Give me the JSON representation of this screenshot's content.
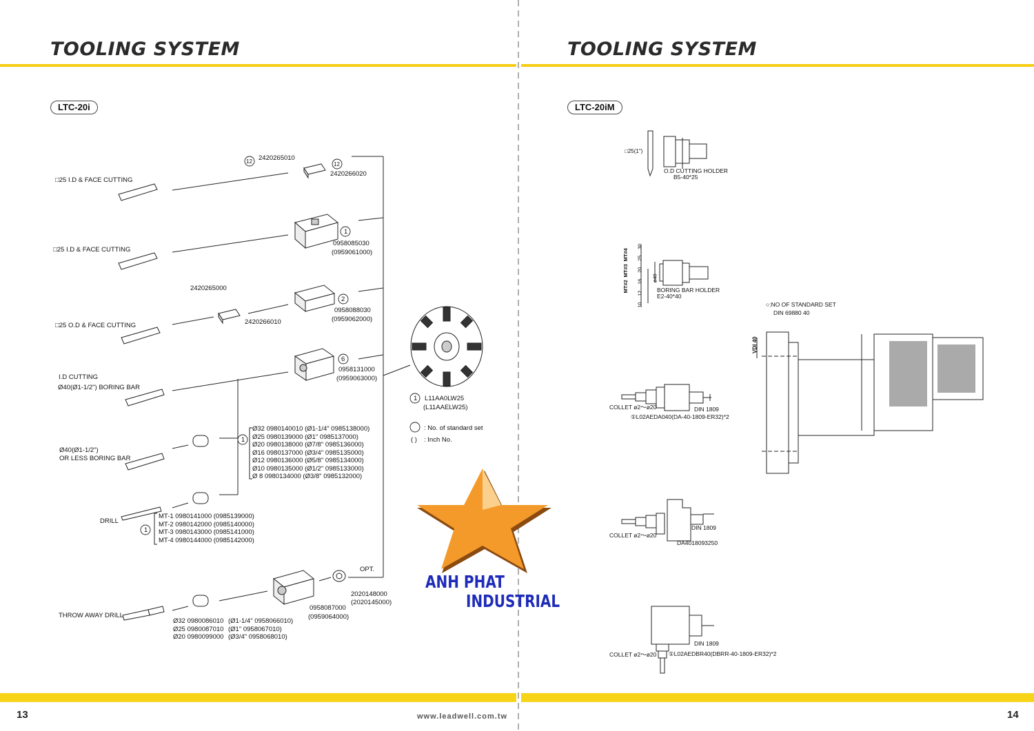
{
  "left_page": {
    "header": "TOOLING SYSTEM",
    "model": "LTC-20i",
    "page_number": "13",
    "website": "www.leadwell.com.tw",
    "labels": {
      "id_face_1": "□25 I.D & FACE CUTTING",
      "id_face_2": "□25 I.D & FACE CUTTING",
      "od_face": "□25 O.D & FACE CUTTING",
      "id_cutting": "I.D CUTTING",
      "boring_bar": "Ø40(Ø1-1/2\") BORING BAR",
      "less_boring_1": "Ø40(Ø1-1/2\")",
      "less_boring_2": "OR LESS BORING BAR",
      "drill": "DRILL",
      "throw_away_drill": "THROW AWAY DRILL",
      "opt": "OPT."
    },
    "parts": {
      "p1_num": "12",
      "p1_code": "2420265010",
      "p2_num": "12",
      "p2_code": "2420266020",
      "p3_num": "1",
      "p3_code": "0958085030",
      "p3_inch": "(0959061000)",
      "p4_code": "2420265000",
      "p5_code": "2420266010",
      "p6_num": "2",
      "p6_code": "0958088030",
      "p6_inch": "(0959062000)",
      "p7_num": "6",
      "p7_code": "0958131000",
      "p7_inch": "(0959063000)",
      "p8_code": "0958087000",
      "p8_inch": "(0959064000)",
      "p9_code": "2020148000",
      "p9_inch": "(2020145000)",
      "turret_num": "1",
      "turret_code": "L11AA0LW25",
      "turret_inch": "(L11AAELW25)"
    },
    "sleeves_num": "1",
    "sleeves": [
      "Ø32 0980140010 (Ø1-1/4\" 0985138000)",
      "Ø25 0980139000 (Ø1\"     0985137000)",
      "Ø20 0980138000 (Ø7/8\"   0985136000)",
      "Ø16 0980137000 (Ø3/4\"   0985135000)",
      "Ø12 0980136000 (Ø5/8\"   0985134000)",
      "Ø10 0980135000 (Ø1/2\"   0985133000)",
      "Ø 8 0980134000 (Ø3/8\"   0985132000)"
    ],
    "drill_num": "1",
    "drill_sleeves": [
      "MT-1 0980141000 (0985139000)",
      "MT-2 0980142000 (0985140000)",
      "MT-3 0980143000 (0985141000)",
      "MT-4 0980144000 (0985142000)"
    ],
    "throw_sleeves": [
      "Ø32 0980086010",
      "Ø25 0980087010",
      "Ø20 0980099000"
    ],
    "throw_inch": [
      "(Ø1-1/4\" 0958066010)",
      "(Ø1\"     0958067010)",
      "(Ø3/4\"   0958068010)"
    ],
    "legend": {
      "std": ": No. of standard set",
      "inch_sym": "( )",
      "inch": ": Inch No."
    }
  },
  "right_page": {
    "header": "TOOLING SYSTEM",
    "model": "LTC-20iM",
    "page_number": "14",
    "labels": {
      "od_size": "□25(1\")",
      "od_holder": "O.D CUTTING HOLDER",
      "od_holder_code": "B5-40*25",
      "boring_holder": "BORING BAR HOLDER",
      "boring_holder_code": "E2-40*40",
      "bore_dia": "ø40",
      "mt_labels": [
        "MT#2",
        "MT#3",
        "MT#4"
      ],
      "bore_sizes": [
        "10",
        "12",
        "16",
        "20",
        "25",
        "30"
      ],
      "std_set": "○:NO OF STANDARD SET",
      "din_std": "DIN 69880 40",
      "vdi": "VDI 40",
      "collet1": "COLLET ø2～ø20",
      "din1": "DIN 1809",
      "code1": "①L02AEDA040(DA-40-1809-ER32)*2",
      "collet2": "COLLET ø2～ø20",
      "din2": "DIN 1809",
      "code2": "DA4018093250",
      "collet3": "COLLET ø2～ø20",
      "din3": "DIN 1809",
      "code3": "①L02AEDBR40(DBRR-40-1809-ER32)*2"
    }
  },
  "watermark": {
    "line1": "ANH PHAT",
    "line2": "INDUSTRIAL"
  },
  "colors": {
    "accent_yellow": "#f7cd12",
    "watermark_blue": "#1d2bb8",
    "star_orange": "#f39a2a"
  }
}
